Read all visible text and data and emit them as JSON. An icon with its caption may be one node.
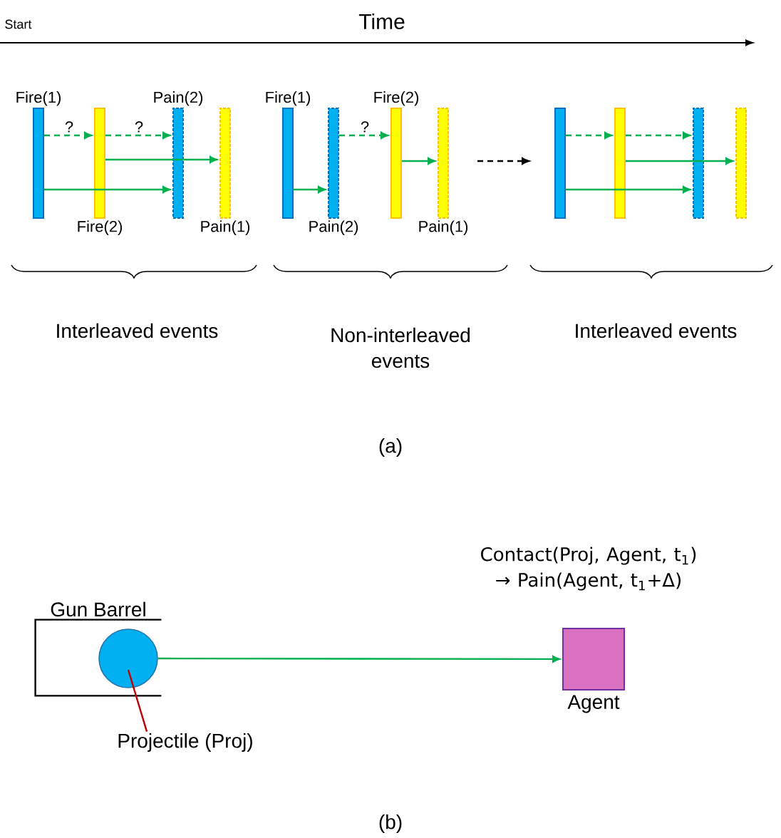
{
  "diagram": {
    "nodes": [
      {
        "text": [
          "Fire(1)"
        ]
      },
      {
        "text": [
          "Fire(2)"
        ]
      },
      {
        "text": [
          "Pain(2)"
        ]
      },
      {
        "text": [
          "Pain(1)"
        ]
      },
      {
        "text": [
          "Fire(1)"
        ]
      },
      {
        "text": [
          "Pain(2)"
        ]
      },
      {
        "text": [
          "Fire(2)"
        ]
      },
      {
        "text": [
          "Pain(1)"
        ]
      },
      {
        "text": [],
        "shape": "bar"
      },
      {
        "text": [],
        "shape": "bar"
      },
      {
        "text": [],
        "shape": "bar"
      },
      {
        "text": [],
        "shape": "bar"
      },
      {
        "text": [
          "Gun Barrel"
        ]
      },
      {
        "text": [],
        "shape": "circle",
        "in": 12
      },
      {
        "text": [
          "Projectile (Proj)"
        ]
      },
      {
        "text": [
          "Agent"
        ],
        "beside": [
          "Contact(Proj, Agent, t$_{1}$) → Pain(Agent, t$_{1}$+Δ)"
        ]
      }
    ],
    "edges": [
      {
        "from": 0,
        "to": 1,
        "arrow": "to",
        "style": "dashed",
        "label": "?"
      },
      {
        "from": 1,
        "to": 2,
        "arrow": "to",
        "style": "dashed",
        "label": "?"
      },
      {
        "from": 1,
        "to": 3,
        "arrow": "to"
      },
      {
        "from": 0,
        "to": 2,
        "arrow": "to"
      },
      {
        "from": 4,
        "to": 5,
        "arrow": "to"
      },
      {
        "from": 5,
        "to": 6,
        "arrow": "to",
        "style": "dashed",
        "label": "?"
      },
      {
        "from": 6,
        "to": 7,
        "arrow": "to"
      },
      {
        "from": 7,
        "to": 8,
        "arrow": "to",
        "style": "dashed",
        "color": "#000000"
      },
      {
        "from": 8,
        "to": 9,
        "arrow": "to",
        "style": "dashed"
      },
      {
        "from": 9,
        "to": 10,
        "arrow": "to",
        "style": "dashed"
      },
      {
        "from": 9,
        "to": 11,
        "arrow": "to"
      },
      {
        "from": 8,
        "to": 10,
        "arrow": "to"
      },
      {
        "from": 13,
        "to": 15,
        "arrow": "to"
      },
      {
        "from": 14,
        "to": 13,
        "arrow": "none",
        "color": "#c00000"
      }
    ],
    "labels": [
      "Start",
      "Time",
      "Interleaved events",
      "Non-interleaved events",
      "Interleaved events",
      "(a)",
      "(b)"
    ]
  }
}
